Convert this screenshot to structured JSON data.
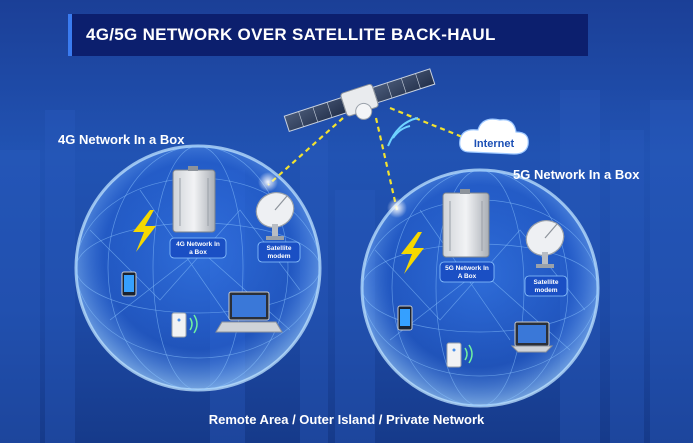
{
  "title": "4G/5G NETWORK OVER SATELLITE BACK-HAUL",
  "network_4g": {
    "heading": "4G Network In a Box",
    "box_label_line1": "4G Network In",
    "box_label_line2": "a Box",
    "modem_label_line1": "Satellite",
    "modem_label_line2": "modem"
  },
  "network_5g": {
    "heading": "5G Network In a Box",
    "box_label_line1": "5G Network In",
    "box_label_line2": "A Box",
    "modem_label_line1": "Satellite",
    "modem_label_line2": "modem"
  },
  "internet_label": "Internet",
  "footer": "Remote Area / Outer Island / Private Network",
  "colors": {
    "background": "#1f4fae",
    "title_bar": "#0c1f6e",
    "link_dash": "#f2e230",
    "lightning": "#f5d800"
  }
}
